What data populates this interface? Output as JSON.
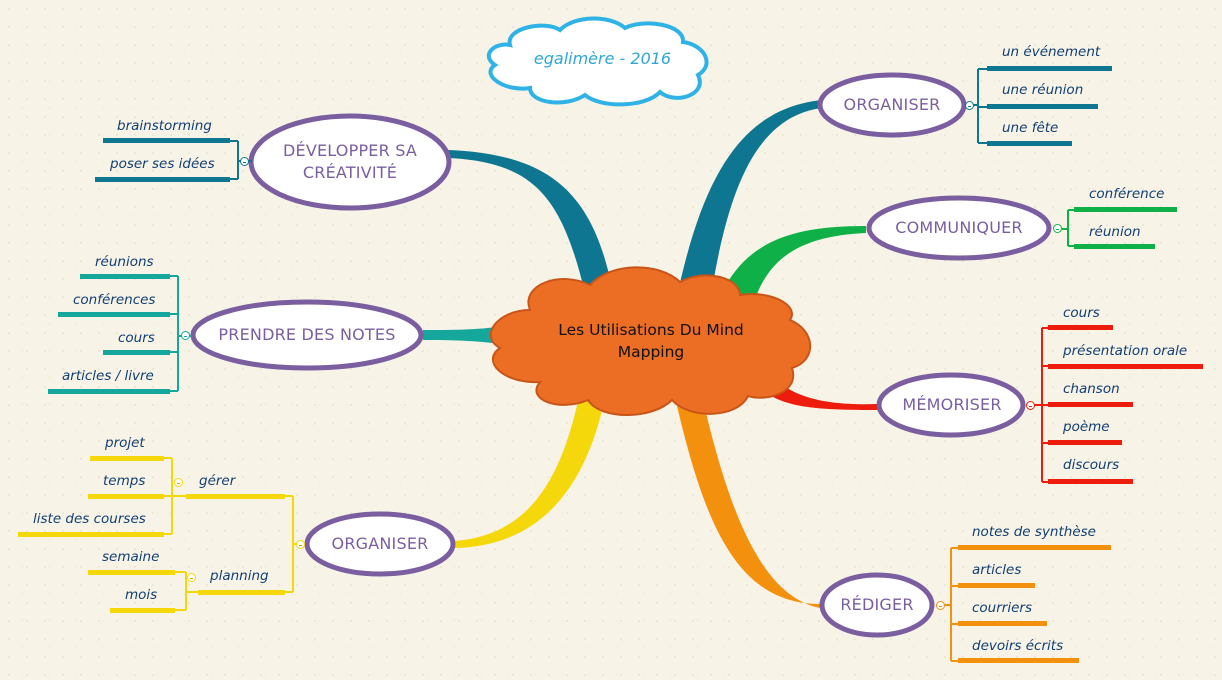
{
  "cloud_title": "egalimère - 2016",
  "central": {
    "line1": "Les Utilisations Du Mind",
    "line2": "Mapping"
  },
  "branches": {
    "developper": {
      "line1": "DÉVELOPPER SA",
      "line2": "CRÉATIVITÉ",
      "color": "#0e7690",
      "leaves": [
        "brainstorming",
        "poser ses idées"
      ]
    },
    "prendre_notes": {
      "label": "PRENDRE DES NOTES",
      "color": "#15a79b",
      "leaves": [
        "réunions",
        "conférences",
        "cours",
        "articles / livre"
      ]
    },
    "organiser_left": {
      "label": "ORGANISER",
      "color": "#f5d80b",
      "groups": [
        {
          "label": "gérer",
          "leaves": [
            "projet",
            "temps",
            "liste des courses"
          ]
        },
        {
          "label": "planning",
          "leaves": [
            "semaine",
            "mois"
          ]
        }
      ]
    },
    "organiser_right": {
      "label": "ORGANISER",
      "color": "#0e7690",
      "leaves": [
        "un événement",
        "une réunion",
        "une fête"
      ]
    },
    "communiquer": {
      "label": "COMMUNIQUER",
      "color": "#0fb048",
      "leaves": [
        "conférence",
        "réunion"
      ]
    },
    "memoriser": {
      "label": "MÉMORISER",
      "color": "#ee1c0c",
      "leaves": [
        "cours",
        "présentation orale",
        "chanson",
        "poème",
        "discours"
      ]
    },
    "rediger": {
      "label": "RÉDIGER",
      "color": "#f3900d",
      "leaves": [
        "notes de synthèse",
        "articles",
        "courriers",
        "devoirs écrits"
      ]
    }
  },
  "colors": {
    "topic_border": "#7a5e9f",
    "central_fill": "#ec6d24",
    "cloud_border": "#2fb3e6",
    "leaf_text": "#123f73"
  }
}
